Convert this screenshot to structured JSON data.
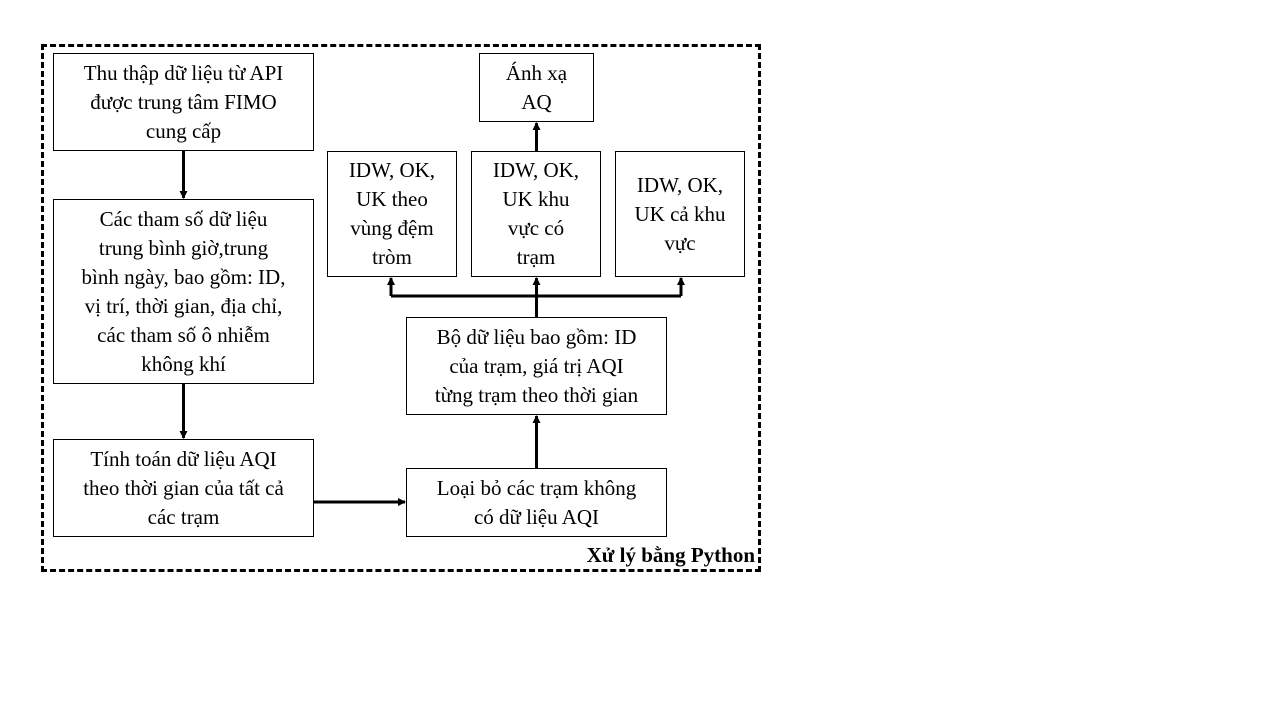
{
  "diagram": {
    "caption": "Xử lý bằng Python",
    "nodes": {
      "collect": "Thu thập dữ liệu từ API\nđược trung tâm FIMO\ncung cấp",
      "params": "Các tham số dữ liệu\ntrung bình giờ,trung\nbình ngày, bao gồm: ID,\nvị trí, thời gian, địa chỉ,\ncác tham số ô nhiễm\nkhông khí",
      "compute": "Tính toán dữ liệu AQI\ntheo thời gian của tất cả\ncác trạm",
      "remove": "Loại bỏ các trạm không\ncó dữ liệu AQI",
      "dataset": "Bộ dữ liệu bao gồm: ID\ncủa trạm, giá trị AQI\ntừng trạm theo thời gian",
      "buffer": "IDW, OK,\nUK theo\nvùng đệm\ntròm",
      "station_area": "IDW, OK,\nUK khu\nvực có\ntrạm",
      "whole_area": "IDW, OK,\nUK cả khu\nvực",
      "map": "Ánh xạ\nAQ"
    },
    "colors": {
      "line": "#000000",
      "background": "#ffffff"
    }
  }
}
